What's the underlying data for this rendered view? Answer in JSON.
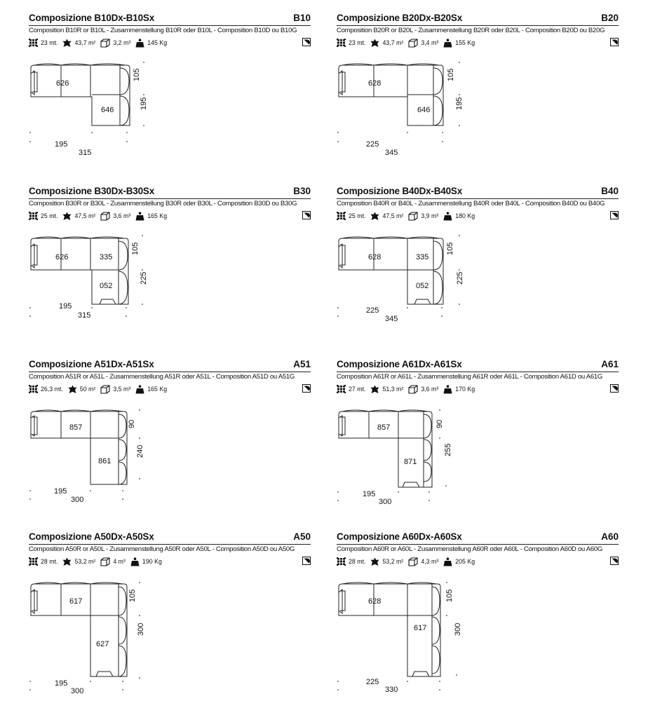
{
  "cards": [
    {
      "title": "Composizione B10Dx-B10Sx",
      "code": "B10",
      "subtitle": "Composition B10R or B10L - Zusammenstellung B10R oder B10L - Composition B10D ou B10G",
      "fabric": "23",
      "fabric_unit": "mt.",
      "area": "43,7",
      "area_unit": "m²",
      "volume": "3,2",
      "volume_unit": "m³",
      "weight": "145",
      "weight_unit": "Kg",
      "module_top": "626",
      "module_bottom": "646",
      "dim_depth": "105",
      "dim_total_h": "195",
      "dim_inner_w": "195",
      "dim_total_w": "315"
    },
    {
      "title": "Composizione B20Dx-B20Sx",
      "code": "B20",
      "subtitle": "Composition B20R or B20L - Zusammenstellung B20R oder B20L - Composition B20D ou B20G",
      "fabric": "23",
      "fabric_unit": "mt.",
      "area": "43,7",
      "area_unit": "m²",
      "volume": "3,4",
      "volume_unit": "m³",
      "weight": "155",
      "weight_unit": "Kg",
      "module_top": "628",
      "module_bottom": "646",
      "dim_depth": "105",
      "dim_total_h": "195",
      "dim_inner_w": "225",
      "dim_total_w": "345"
    },
    {
      "title": "Composizione B30Dx-B30Sx",
      "code": "B30",
      "subtitle": "Composition B30R or B30L - Zusammenstellung B30R oder B30L - Composition B30D ou B30G",
      "fabric": "25",
      "fabric_unit": "mt.",
      "area": "47,5",
      "area_unit": "m²",
      "volume": "3,6",
      "volume_unit": "m³",
      "weight": "165",
      "weight_unit": "Kg",
      "module_top": "626",
      "module_corner": "335",
      "module_bottom": "052",
      "dim_depth": "105",
      "dim_total_h": "225",
      "dim_inner_w": "195",
      "dim_total_w": "315"
    },
    {
      "title": "Composizione B40Dx-B40Sx",
      "code": "B40",
      "subtitle": "Composition B40R or B40L - Zusammenstellung B40R oder B40L - Composition B40D ou B40G",
      "fabric": "25",
      "fabric_unit": "mt.",
      "area": "47,5",
      "area_unit": "m²",
      "volume": "3,9",
      "volume_unit": "m³",
      "weight": "180",
      "weight_unit": "Kg",
      "module_top": "628",
      "module_corner": "335",
      "module_bottom": "052",
      "dim_depth": "105",
      "dim_total_h": "225",
      "dim_inner_w": "225",
      "dim_total_w": "345"
    },
    {
      "title": "Composizione A51Dx-A51Sx",
      "code": "A51",
      "subtitle": "Composition A51R or A51L - Zusammenstellung A51R oder A51L - Composition A51D ou A51G",
      "fabric": "26,3",
      "fabric_unit": "mt.",
      "area": "50",
      "area_unit": "m²",
      "volume": "3,5",
      "volume_unit": "m³",
      "weight": "165",
      "weight_unit": "Kg",
      "module_top": "857",
      "module_bottom": "861",
      "dim_depth": "90",
      "dim_total_h": "240",
      "dim_inner_w": "195",
      "dim_total_w": "300"
    },
    {
      "title": "Composizione A61Dx-A61Sx",
      "code": "A61",
      "subtitle": "Composition A61R or A61L - Zusammenstellung A61R oder A61L - Composition A61D ou A61G",
      "fabric": "27",
      "fabric_unit": "mt.",
      "area": "51,3",
      "area_unit": "m²",
      "volume": "3,6",
      "volume_unit": "m³",
      "weight": "170",
      "weight_unit": "Kg",
      "module_top": "857",
      "module_bottom": "871",
      "dim_depth": "90",
      "dim_total_h": "255",
      "dim_inner_w": "195",
      "dim_total_w": "300"
    },
    {
      "title": "Composizione A50Dx-A50Sx",
      "code": "A50",
      "subtitle": "Composition A50R or A50L - Zusammenstellung A50R oder A50L - Composition A50D ou A50G",
      "fabric": "28",
      "fabric_unit": "mt.",
      "area": "53,2",
      "area_unit": "m²",
      "volume": "4",
      "volume_unit": "m³",
      "weight": "190",
      "weight_unit": "Kg",
      "module_top": "617",
      "module_bottom": "627",
      "dim_depth": "105",
      "dim_total_h": "300",
      "dim_inner_w": "195",
      "dim_total_w": "300"
    },
    {
      "title": "Composizione A60Dx-A60Sx",
      "code": "A60",
      "subtitle": "Composition A60R or A60L - Zusammenstellung A60R oder A60L - Composition A60D ou A60G",
      "fabric": "28",
      "fabric_unit": "mt.",
      "area": "53,2",
      "area_unit": "m²",
      "volume": "4,3",
      "volume_unit": "m³",
      "weight": "205",
      "weight_unit": "Kg",
      "module_top": "628",
      "module_bottom": "617",
      "dim_depth": "105",
      "dim_total_h": "300",
      "dim_inner_w": "225",
      "dim_total_w": "330"
    }
  ]
}
